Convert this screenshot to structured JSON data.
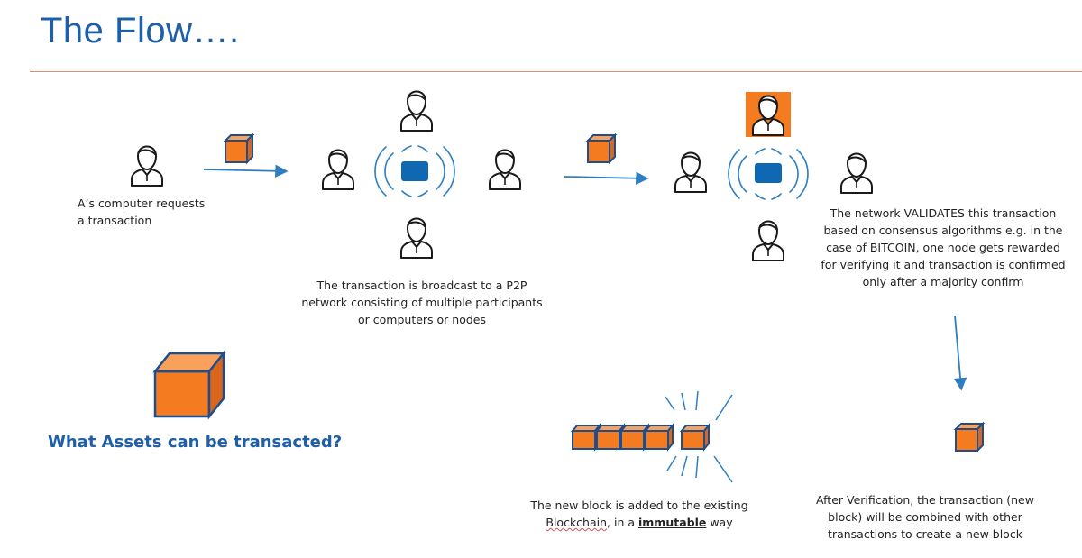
{
  "title": "The Flow….",
  "captions": {
    "request_line1": "A’s computer requests",
    "request_line2": "a transaction",
    "broadcast_line1": "The transaction is broadcast to a P2P",
    "broadcast_line2": "network consisting of multiple  participants",
    "broadcast_line3": "or computers or nodes",
    "validate_line1": "The network VALIDATES this transaction",
    "validate_line2": "based on consensus algorithms e.g. in the",
    "validate_line3": "case of BITCOIN, one node gets rewarded",
    "validate_line4": "for verifying it and transaction is confirmed",
    "validate_line5": "only after a majority confirm",
    "block_line1": "The new block is added to the existing",
    "block_word_blockchain": "Blockchain",
    "block_mid": ", in a ",
    "block_word_immutable": "immutable",
    "block_end": " way",
    "verify_line1": "After Verification, the transaction (new",
    "verify_line2": "block) will be combined with other",
    "verify_line3": "transactions to  create a new block",
    "assets_question": "What Assets can be transacted?"
  },
  "colors": {
    "title_blue": "#1f5fa8",
    "block_orange": "#f47b20",
    "block_outline": "#1f4e8c",
    "node_blue": "#1068b3",
    "arrow_blue": "#2e7fc1",
    "rule": "#e58b6a"
  },
  "icons": [
    "person-icon",
    "block-icon",
    "node-icon",
    "signal-wave-icon",
    "arrow-icon",
    "chain-icon"
  ]
}
